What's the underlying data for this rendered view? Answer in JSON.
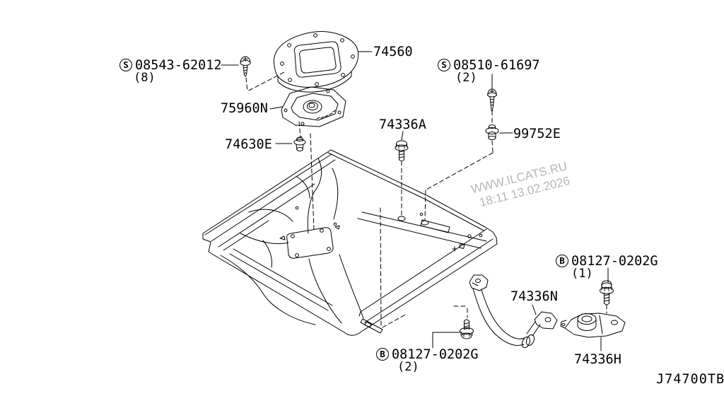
{
  "watermark": {
    "line1": "WWW.ILCATS.RU",
    "line2": "18:11 13.02.2026"
  },
  "diagram_code": "J74700TB",
  "labels": [
    {
      "prefix": "S",
      "part_number": "08543-62012",
      "qty": "(8)"
    },
    {
      "part_number": "74560"
    },
    {
      "prefix": "S",
      "part_number": "08510-61697",
      "qty": "(2)"
    },
    {
      "part_number": "75960N"
    },
    {
      "part_number": "74336A"
    },
    {
      "part_number": "74630E"
    },
    {
      "part_number": "99752E"
    },
    {
      "prefix": "B",
      "part_number": "08127-0202G",
      "qty": "(1)"
    },
    {
      "part_number": "74336N"
    },
    {
      "prefix": "B",
      "part_number": "08127-0202G",
      "qty": "(2)"
    },
    {
      "part_number": "74336H"
    }
  ],
  "colors": {
    "line": "#000000",
    "watermark": "#b6b6b6",
    "background": "#ffffff"
  }
}
